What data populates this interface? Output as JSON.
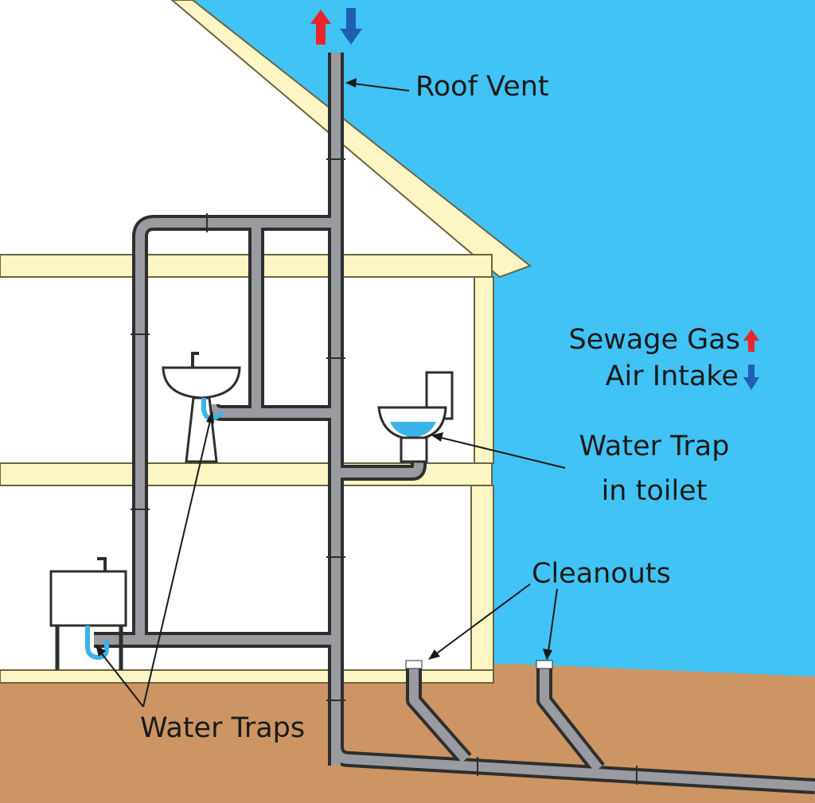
{
  "labels": {
    "roof_vent": "Roof Vent",
    "sewage_gas": "Sewage Gas",
    "air_intake": "Air Intake",
    "water_trap_line1": "Water Trap",
    "water_trap_line2": "in toilet",
    "cleanouts": "Cleanouts",
    "water_traps": "Water Traps"
  },
  "colors": {
    "sky": "#41c3f5",
    "house_interior": "#ffffff",
    "framing": "#fdf5c3",
    "ground": "#cc9563",
    "pipe": "#9a9ba0",
    "pipe_outline": "#2e2e2e",
    "trap_water": "#3ab3e8",
    "sewage_gas_arrow": "#e8262b",
    "air_intake_arrow": "#1f5fb3",
    "fixture": "#ffffff"
  },
  "icons": {
    "sewage_gas": "up-arrow-icon",
    "air_intake": "down-arrow-icon",
    "sink": "sink-icon",
    "toilet": "toilet-icon",
    "utility_sink": "utility-sink-icon"
  }
}
